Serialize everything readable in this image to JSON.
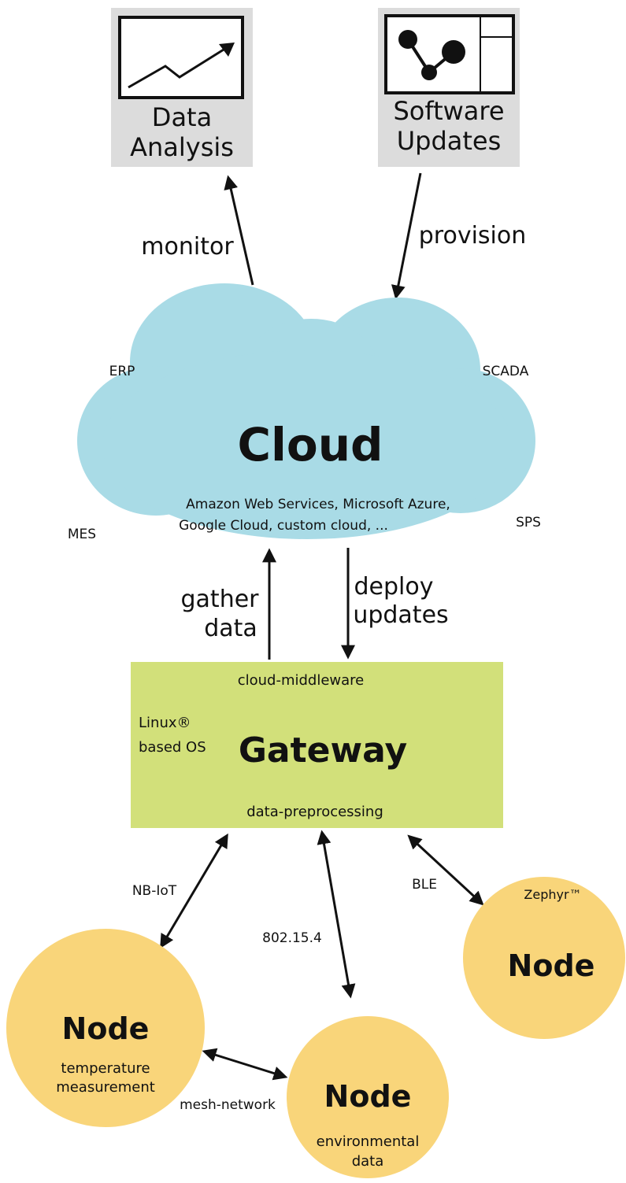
{
  "colors": {
    "panel_gray": "#dcdcdc",
    "cloud_blue": "#a9dbe6",
    "gateway_green": "#d2e07a",
    "node_yellow": "#f9d57a",
    "ink": "#111111"
  },
  "top_boxes": {
    "data_analysis": {
      "icon": "line-chart-icon",
      "label_line1": "Data",
      "label_line2": "Analysis"
    },
    "software_updates": {
      "icon": "network-window-icon",
      "label_line1": "Software",
      "label_line2": "Updates"
    }
  },
  "links": {
    "monitor": "monitor",
    "provision": "provision",
    "gather_line1": "gather",
    "gather_line2": "data",
    "deploy_line1": "deploy",
    "deploy_line2": "updates",
    "nb_iot": "NB-IoT",
    "ieee": "802.15.4",
    "ble": "BLE",
    "mesh": "mesh-network"
  },
  "cloud": {
    "title": "Cloud",
    "providers_line1": "Amazon Web Services, Microsoft Azure,",
    "providers_line2": "Google Cloud, custom cloud, ...",
    "tags": {
      "erp": "ERP",
      "scada": "SCADA",
      "mes": "MES",
      "sps": "SPS"
    }
  },
  "gateway": {
    "title": "Gateway",
    "top": "cloud-middleware",
    "bottom": "data-preprocessing",
    "os_line1": "Linux®",
    "os_line2": "based OS"
  },
  "nodes": {
    "temperature": {
      "title": "Node",
      "line1": "temperature",
      "line2": "measurement"
    },
    "environmental": {
      "title": "Node",
      "line1": "environmental",
      "line2": "data"
    },
    "zephyr": {
      "title": "Node",
      "os": "Zephyr™"
    }
  }
}
